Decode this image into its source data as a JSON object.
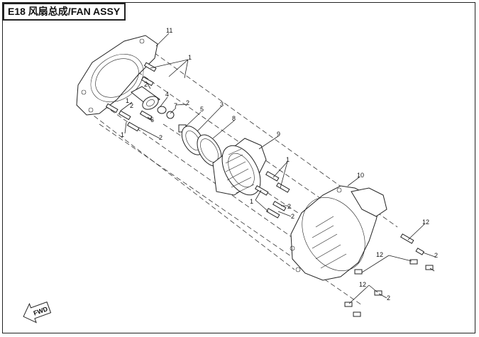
{
  "title": "E18 风扇总成/FAN ASSY",
  "fwd_label": "FWD",
  "callouts": [
    {
      "id": "c11a",
      "text": "11"
    },
    {
      "id": "c1a",
      "text": "1"
    },
    {
      "id": "c2a",
      "text": "2"
    },
    {
      "id": "c4",
      "text": "4"
    },
    {
      "id": "c2b",
      "text": "2"
    },
    {
      "id": "c7",
      "text": "7"
    },
    {
      "id": "c5",
      "text": "5"
    },
    {
      "id": "c3",
      "text": "3"
    },
    {
      "id": "c6",
      "text": "6"
    },
    {
      "id": "c2c",
      "text": "2"
    },
    {
      "id": "c1b",
      "text": "1"
    },
    {
      "id": "c2d",
      "text": "2"
    },
    {
      "id": "c1c",
      "text": "1"
    },
    {
      "id": "c8",
      "text": "8"
    },
    {
      "id": "c9",
      "text": "9"
    },
    {
      "id": "c1d",
      "text": "1"
    },
    {
      "id": "c10",
      "text": "10"
    },
    {
      "id": "c1e",
      "text": "1"
    },
    {
      "id": "c2e",
      "text": "2"
    },
    {
      "id": "c2f",
      "text": "2"
    },
    {
      "id": "c12a",
      "text": "12"
    },
    {
      "id": "c12b",
      "text": "12"
    },
    {
      "id": "c2g",
      "text": "2"
    },
    {
      "id": "c12c",
      "text": "12"
    },
    {
      "id": "c2h",
      "text": "2"
    }
  ]
}
